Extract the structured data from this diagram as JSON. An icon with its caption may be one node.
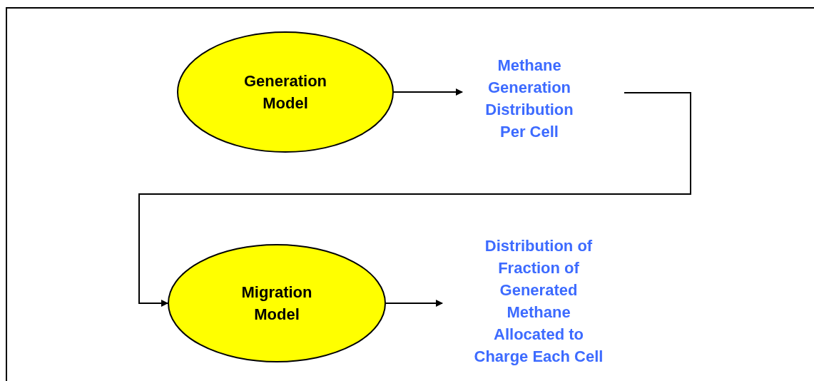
{
  "diagram": {
    "nodes": [
      {
        "text": [
          "Generation Model"
        ]
      },
      {
        "text": [
          "Methane Generation Distribution Per Cell"
        ]
      },
      {
        "text": [
          "Migration Model"
        ]
      },
      {
        "text": [
          "Distribution of Fraction of Generated Methane Allocated to Charge Each Cell"
        ]
      }
    ],
    "edges": [
      {
        "from": 0,
        "to": 1,
        "arrow": "to"
      },
      {
        "from": 1,
        "to": 2,
        "arrow": "to"
      },
      {
        "from": 2,
        "to": 3,
        "arrow": "to"
      }
    ]
  }
}
